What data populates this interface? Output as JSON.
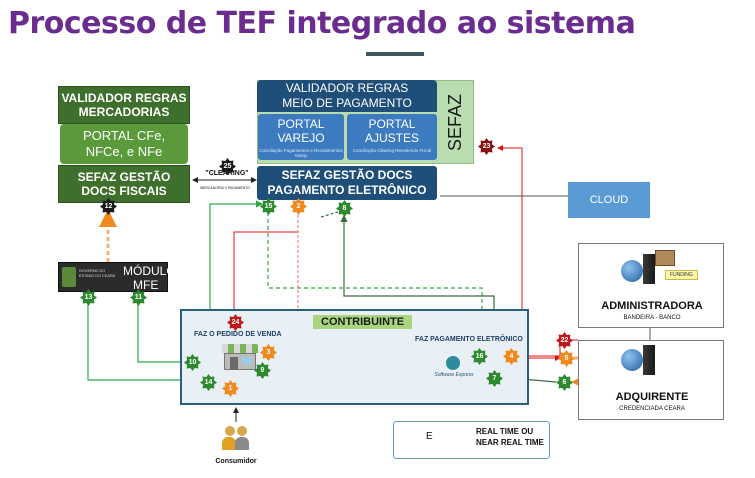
{
  "title": "Processo de TEF integrado ao sistema",
  "boxes": {
    "validador_mercadorias": "VALIDADOR REGRAS\nMERCADORIAS",
    "portal_cfe": "PORTAL CFe,\nNFCe, e NFe",
    "sefaz_docs_fiscais": "SEFAZ GESTÃO\nDOCS FISCAIS",
    "validador_pagamento": "VALIDADOR REGRAS\nMEIO DE PAGAMENTO",
    "portal_varejo": "PORTAL\nVAREJO",
    "portal_varejo_note": "Conciliação Pagamentos e Recebimentos Varejo",
    "portal_ajustes": "PORTAL\nAJUSTES",
    "portal_ajustes_note": "Conciliação Clearing Recebendo Fiscal",
    "sefaz_label": "SEFAZ",
    "sefaz_docs_pagamento": "SEFAZ GESTÃO DOCS\nPAGAMENTO ELETRÔNICO",
    "cloud": "CLOUD",
    "clearing": "\"CLEARING\"",
    "clearing_note": "MERCADORIA X PAGAMENTO",
    "modulo": "MÓDULO",
    "mfe": "MFE",
    "governo": "GOVERNO DO ESTADO DO CEARÁ",
    "contribuinte": "CONTRIBUINTE",
    "faz_pedido": "FAZ  O PEDIDO DE  VENDA",
    "faz_pagamento": "FAZ PAGAMENTO  ELETRÔNICO",
    "software_express": "Software Express",
    "consumidor": "Consumidor",
    "funding": "FUNDING",
    "administradora": "ADMINISTRADORA",
    "bandeira_banco": "BANDEIRA - BANCO",
    "adquirente": "ADQUIRENTE",
    "credenciada": "CREDENCIADA CEARA",
    "legend_e": "E",
    "legend_text": "REAL TIME OU\nNEAR REAL TIME"
  },
  "badges": [
    "1",
    "2",
    "3",
    "4",
    "5",
    "6",
    "7",
    "8",
    "9",
    "10",
    "11",
    "12",
    "13",
    "14",
    "15",
    "16",
    "22",
    "23",
    "24",
    "25"
  ],
  "colors": {
    "title": "#6a2c8e",
    "green_dark": "#3f6f2c",
    "green_light": "#5a9a3a",
    "blue_dark": "#1f4e79",
    "blue_light": "#3c7bbf",
    "arrow_red": "#e01010",
    "arrow_green": "#2ea84a",
    "arrow_orange": "#f08a1e"
  }
}
